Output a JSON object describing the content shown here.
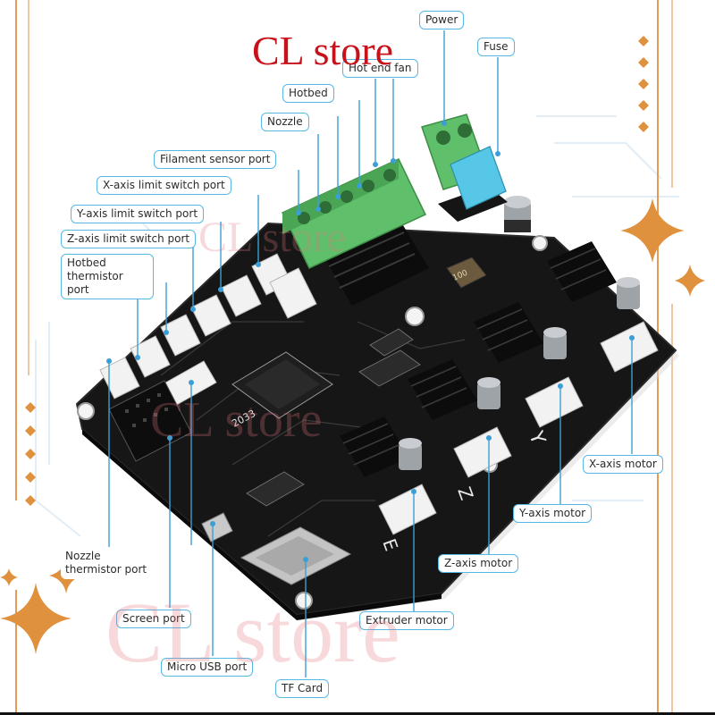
{
  "brand": {
    "text": "CL store",
    "color": "#c8121b"
  },
  "watermarks": [
    "CL store",
    "CL store",
    "CL store"
  ],
  "colors": {
    "callout_border": "#57b8e3",
    "leader_line": "#3a9fd6",
    "board": "#141414",
    "terminal_green": "#5fbf6a",
    "fuse_blue": "#56c7e6",
    "sparkle": "#e0913d"
  },
  "labels": {
    "power": "Power",
    "fuse": "Fuse",
    "hot_end_fan": "Hot end fan",
    "hotbed": "Hotbed",
    "nozzle": "Nozzle",
    "filament_sensor_port": "Filament sensor port",
    "x_axis_limit_switch_port": "X-axis limit switch port",
    "y_axis_limit_switch_port": "Y-axis limit switch port",
    "z_axis_limit_switch_port": "Z-axis limit switch port",
    "hotbed_thermistor_port_line1": "Hotbed",
    "hotbed_thermistor_port_line2": "thermistor port",
    "x_axis_motor": "X-axis motor",
    "y_axis_motor": "Y-axis motor",
    "z_axis_motor": "Z-axis motor",
    "extruder_motor": "Extruder motor",
    "nozzle_thermistor_port_line1": "Nozzle",
    "nozzle_thermistor_port_line2": "thermistor port",
    "screen_port": "Screen port",
    "micro_usb_port": "Micro USB port",
    "tf_card": "TF Card"
  },
  "board_silkscreen": {
    "axis_y": "Y",
    "axis_z": "Z",
    "axis_e": "E",
    "year": "2033",
    "inductor": "100"
  }
}
